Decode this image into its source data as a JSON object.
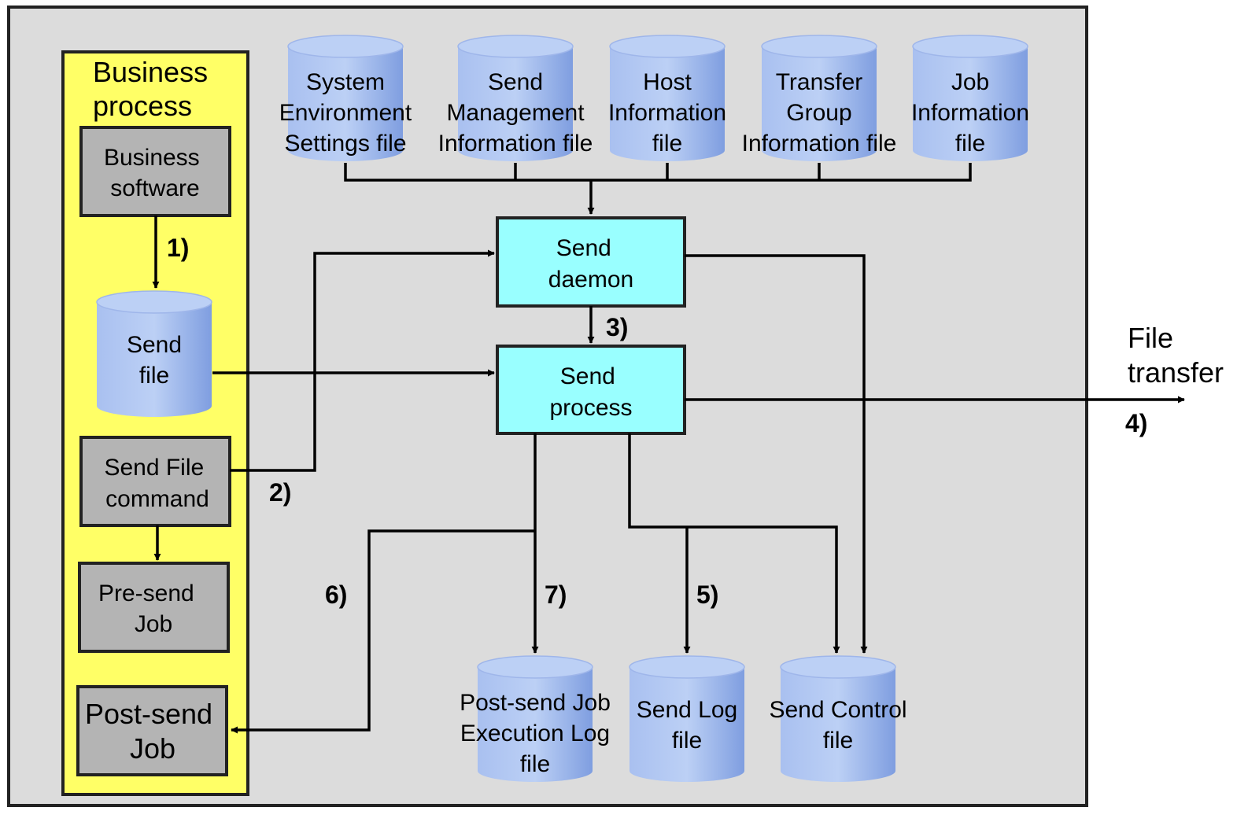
{
  "colors": {
    "canvas_bg": "#dcdcdc",
    "business_panel": "#ffff66",
    "gray_box": "#b4b4b4",
    "cyan_box": "#99ffff",
    "cylinder_light": "#bcd0f5",
    "cylinder_dark": "#7f9ee0",
    "line": "#000000"
  },
  "business_panel": {
    "title": [
      "Business",
      "process"
    ]
  },
  "boxes": {
    "business_software": [
      "Business",
      "software"
    ],
    "send_file_command": [
      "Send File",
      "command"
    ],
    "pre_send_job": [
      "Pre-send",
      "Job"
    ],
    "post_send_job": [
      "Post-send",
      "Job"
    ],
    "send_daemon": [
      "Send",
      "daemon"
    ],
    "send_process": [
      "Send",
      "process"
    ]
  },
  "cylinders": {
    "send_file": [
      "Send",
      "file"
    ],
    "system_env": [
      "System",
      "Environment",
      "Settings file"
    ],
    "send_mgmt": [
      "Send",
      "Management",
      "Information file"
    ],
    "host_info": [
      "Host",
      "Information",
      "file"
    ],
    "transfer_group": [
      "Transfer",
      "Group",
      "Information file"
    ],
    "job_info": [
      "Job",
      "Information",
      "file"
    ],
    "post_send_log": [
      "Post-send Job",
      "Execution Log",
      "file"
    ],
    "send_log": [
      "Send Log",
      "file"
    ],
    "send_control": [
      "Send Control",
      "file"
    ]
  },
  "steps": {
    "s1": "1)",
    "s2": "2)",
    "s3": "3)",
    "s4": "4)",
    "s5": "5)",
    "s6": "6)",
    "s7": "7)"
  },
  "file_transfer": [
    "File",
    "transfer"
  ]
}
